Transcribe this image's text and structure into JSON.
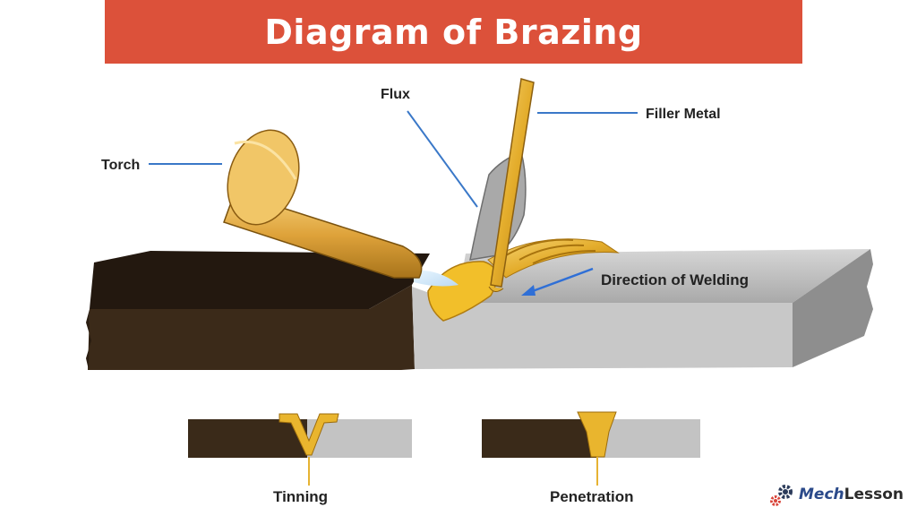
{
  "header": {
    "title": "Diagram of Brazing"
  },
  "labels": {
    "flux": "Flux",
    "filler_metal": "Filler Metal",
    "torch": "Torch",
    "direction": "Direction of Welding",
    "tinning": "Tinning",
    "penetration": "Penetration"
  },
  "logo": {
    "mech": "Mech",
    "lesson": "Lesson",
    "icon": "gear-icon"
  },
  "colors": {
    "title_bg": "#dc513a",
    "dark_metal": "#3a2a1a",
    "gray_metal": "#b7b7b7",
    "gold": "#e6b333",
    "leader_line": "#3a78c8",
    "arrow": "#2f6fd6"
  }
}
